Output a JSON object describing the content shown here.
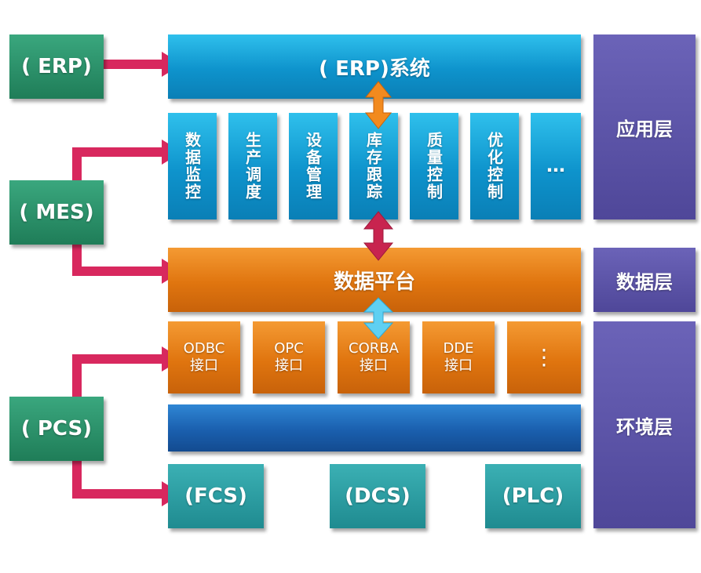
{
  "left": {
    "erp": "( ERP)",
    "mes": "( MES)",
    "pcs": "( PCS)"
  },
  "application": {
    "erp_system": "( ERP)系统",
    "modules": [
      "数据监控",
      "生产调度",
      "设备管理",
      "库存跟踪",
      "质量控制",
      "优化控制",
      "…"
    ]
  },
  "data_platform": "数据平台",
  "interfaces": [
    {
      "line1": "ODBC",
      "line2": "接口"
    },
    {
      "line1": "OPC",
      "line2": "接口"
    },
    {
      "line1": "CORBA",
      "line2": "接口"
    },
    {
      "line1": "DDE",
      "line2": "接口"
    },
    {
      "line1": "⋮",
      "line2": ""
    }
  ],
  "control_systems": [
    "(FCS)",
    "(DCS)",
    "(PLC)"
  ],
  "layers": {
    "application": "应用层",
    "data": "数据层",
    "environment": "环境层"
  },
  "colors": {
    "connector_arrow": "#d8285e",
    "orange_arrow": "#f28a1e",
    "crimson_arrow": "#c8244f",
    "cyan_arrow": "#5fd0f2"
  }
}
